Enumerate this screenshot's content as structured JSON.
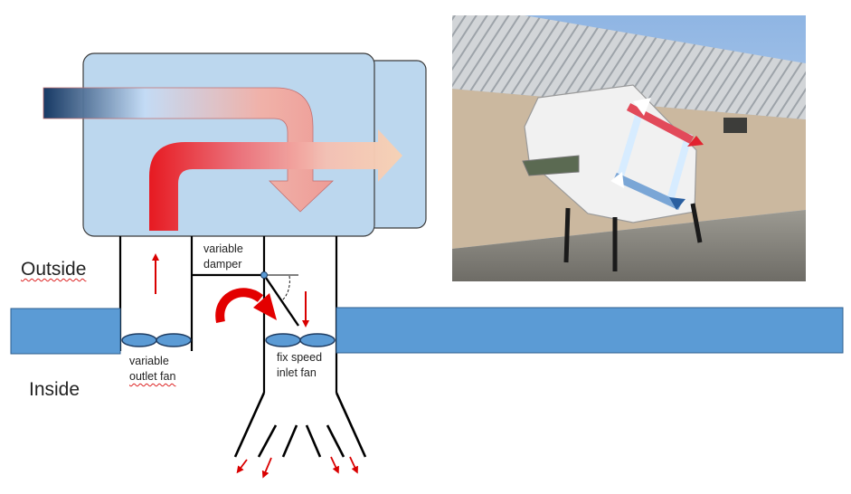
{
  "labels": {
    "outside": "Outside",
    "inside": "Inside",
    "variable_damper_line1": "variable",
    "variable_damper_line2": "damper",
    "variable_outlet_fan_line1": "variable",
    "variable_outlet_fan_line2": "outlet fan",
    "fix_speed_inlet_fan_line1": "fix speed",
    "fix_speed_inlet_fan_line2": "inlet fan"
  },
  "colors": {
    "unit_fill": "#bcd7ee",
    "wall_fill": "#5b9bd5",
    "wall_stroke": "#2f5f8f",
    "warm_air": "#e8141b",
    "cold_air": "#0b2f5c",
    "arrow_red": "#d90000",
    "fan_fill": "#5b9bd5"
  }
}
